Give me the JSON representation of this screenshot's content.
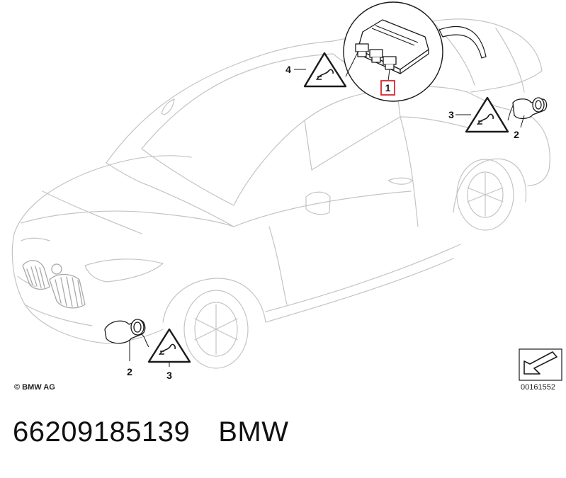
{
  "diagram": {
    "callouts": [
      {
        "id": "part-1",
        "label": "1",
        "highlighted": true
      },
      {
        "id": "part-2-rear",
        "label": "2"
      },
      {
        "id": "part-2-front",
        "label": "2"
      },
      {
        "id": "part-3-rear",
        "label": "3"
      },
      {
        "id": "part-3-front",
        "label": "3"
      },
      {
        "id": "part-4",
        "label": "4"
      }
    ],
    "highlight_color": "#d7262e",
    "line_color": "#c4c4c4"
  },
  "copyright": "© BMW AG",
  "diagram_id": "00161552",
  "footer": {
    "part_number": "66209185139",
    "brand": "BMW"
  },
  "icons": {
    "navigation": "arrow-icon",
    "warning": "warning-triangle-icon"
  }
}
